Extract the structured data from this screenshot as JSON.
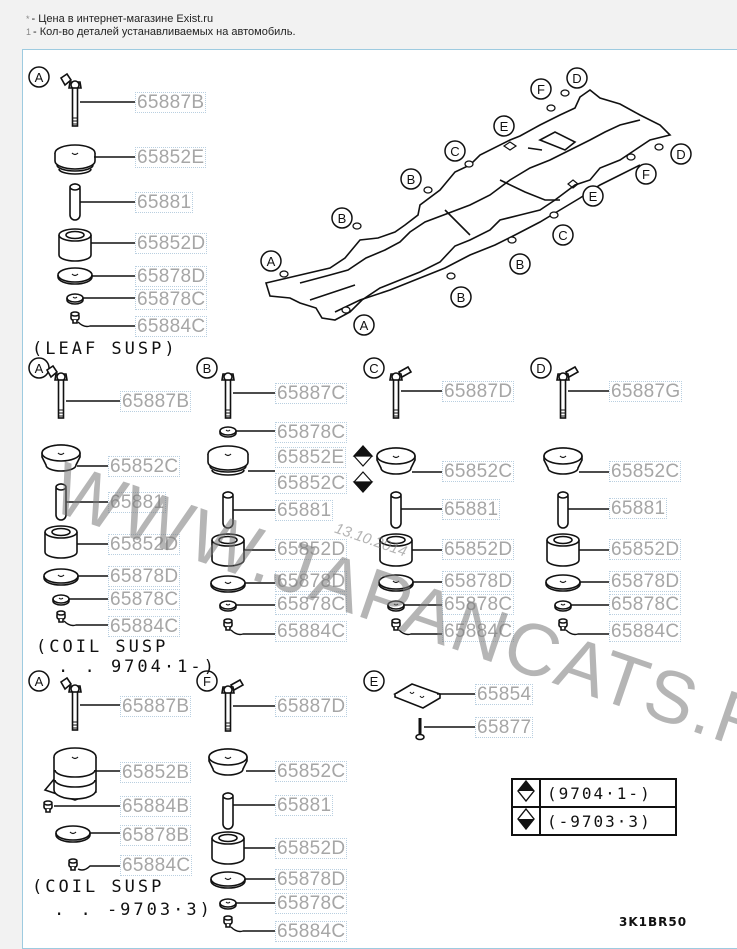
{
  "legend": {
    "price_mark": "*",
    "price_text": "- Цена в интернет-магазине Exist.ru",
    "qty_mark": "1",
    "qty_text": "- Кол-во деталей устанавливаемых на автомобиль."
  },
  "frame_callouts": [
    "A",
    "A",
    "B",
    "B",
    "B",
    "B",
    "C",
    "C",
    "D",
    "D",
    "E",
    "E",
    "F",
    "F"
  ],
  "groups": [
    {
      "id": "leaf-A",
      "letter": "A",
      "caption": "(LEAF SUSP)",
      "parts": [
        "65887B",
        "65852E",
        "65881",
        "65852D",
        "65878D",
        "65878C",
        "65884C"
      ]
    },
    {
      "id": "coil-new-A",
      "letter": "A",
      "caption_line1": "(COIL SUSP",
      "caption_line2": ". . 9704·1-)",
      "parts": [
        "65887B",
        "65852C",
        "65881",
        "65852D",
        "65878D",
        "65878C",
        "65884C"
      ]
    },
    {
      "id": "B",
      "letter": "B",
      "parts": [
        "65887C",
        "65878C",
        "65852E",
        "65852C",
        "65881",
        "65852D",
        "65878D",
        "65878C",
        "65884C"
      ]
    },
    {
      "id": "C",
      "letter": "C",
      "parts": [
        "65887D",
        "65852C",
        "65881",
        "65852D",
        "65878D",
        "65878C",
        "65884C"
      ]
    },
    {
      "id": "D",
      "letter": "D",
      "parts": [
        "65887G",
        "65852C",
        "65881",
        "65852D",
        "65878D",
        "65878C",
        "65884C"
      ]
    },
    {
      "id": "coil-old-A",
      "letter": "A",
      "caption_line1": "(COIL SUSP",
      "caption_line2": ". . -9703·3)",
      "parts": [
        "65887B",
        "65852B",
        "65884B",
        "65878B",
        "65884C"
      ]
    },
    {
      "id": "F",
      "letter": "F",
      "parts": [
        "65887D",
        "65852C",
        "65881",
        "65852D",
        "65878D",
        "65878C",
        "65884C"
      ]
    },
    {
      "id": "E",
      "letter": "E",
      "parts": [
        "65854",
        "65877"
      ]
    }
  ],
  "legend_table": [
    {
      "symbol": "diamond-top-filled",
      "text": "(9704·1-)"
    },
    {
      "symbol": "diamond-bottom-filled",
      "text": "(-9703·3)"
    }
  ],
  "watermark": {
    "text": "WWW.JAPANCATS.RU",
    "date": "13.10.2014"
  },
  "diagram_code": "3K1BR50"
}
